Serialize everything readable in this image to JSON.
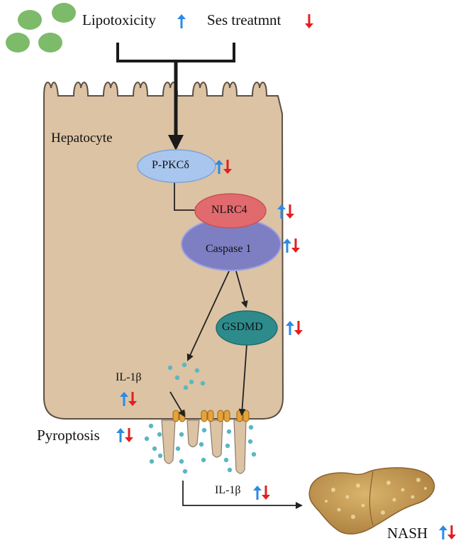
{
  "labels": {
    "lipotoxicity": "Lipotoxicity",
    "ses_treatment": "Ses treatmnt",
    "hepatocyte": "Hepatocyte",
    "p_pkcd": "P-PKCδ",
    "nlrc4": "NLRC4",
    "caspase1": "Caspase 1",
    "gsdmd": "GSDMD",
    "il1b_inside": "IL-1β",
    "pyroptosis": "Pyroptosis",
    "il1b_out": "IL-1β",
    "nash": "NASH"
  },
  "colors": {
    "cell_fill": "#dcc3a4",
    "cell_border": "#5e5045",
    "lipid_droplet": "#7dbb6a",
    "pkcd": "#a9c6ee",
    "nlrc4": "#e06a6e",
    "caspase": "#7d7fc2",
    "gsdmd": "#2e8b8b",
    "dots": "#5ab7c2",
    "arrow_up": "#2b8be6",
    "arrow_down": "#e21f1f",
    "liver": "#c9a25a"
  },
  "icons": [
    "up-arrow-icon",
    "down-arrow-icon",
    "lipid-droplet-icon",
    "pore-icon",
    "liver-icon"
  ]
}
